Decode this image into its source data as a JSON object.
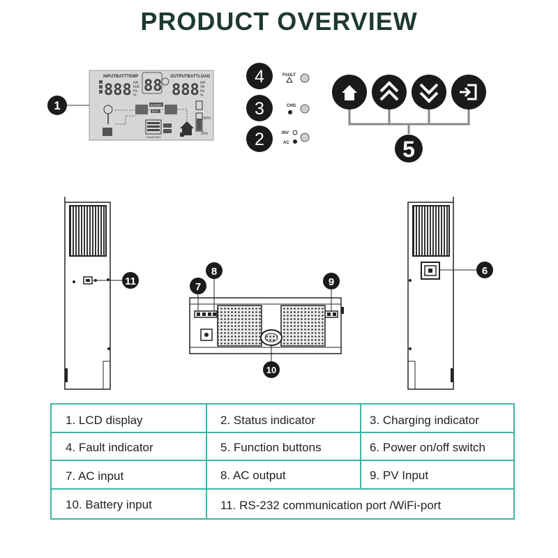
{
  "title": "PRODUCT OVERVIEW",
  "lcd": {
    "input_label": "INPUTBATTTEMP",
    "output_label": "OUTPUTBATTLOAD",
    "digits": "888",
    "center_digits": "88",
    "units_left": [
      "kW",
      "kVA",
      "Hz",
      "%"
    ],
    "units_right": [
      "kW",
      "VA",
      "Hz",
      "%"
    ],
    "bypass": "BYPASS",
    "eco": "ECO",
    "charging": "CHARGING",
    "pct_full": "100%",
    "pct_low": "25%"
  },
  "indicators": [
    {
      "number": "4",
      "label": "FAULT"
    },
    {
      "number": "3",
      "label": "CHG"
    },
    {
      "number": "2",
      "label_top": "INV",
      "label_bottom": "AC"
    }
  ],
  "buttons_callout": "5",
  "callouts": {
    "c1": "1",
    "c6": "6",
    "c7": "7",
    "c8": "8",
    "c9": "9",
    "c10": "10",
    "c11": "11"
  },
  "legend": {
    "items": [
      "1. LCD display",
      "2. Status indicator",
      "3. Charging indicator",
      "4. Fault indicator",
      "5. Function buttons",
      "6. Power on/off switch",
      "7. AC input",
      "8. AC output",
      "9. PV Input",
      "10. Battery input",
      "11. RS-232 communication port /WiFi-port"
    ]
  },
  "colors": {
    "title": "#1e3a2e",
    "accent": "#3bb5a3",
    "callout_fill": "#1a1a1a",
    "lcd_bg": "#d6d6d6"
  }
}
